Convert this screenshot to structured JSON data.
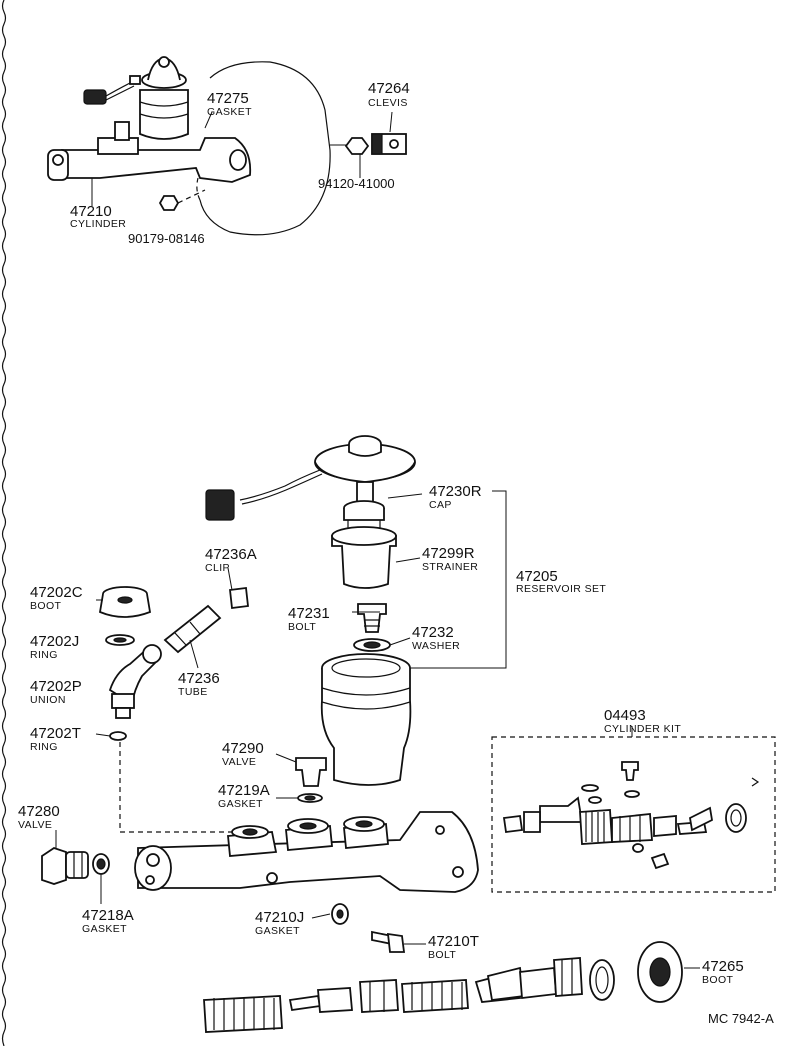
{
  "labels": {
    "p47275": {
      "num": "47275",
      "name": "GASKET"
    },
    "p47264": {
      "num": "47264",
      "name": "CLEVIS"
    },
    "p94120": {
      "num": "94120-41000"
    },
    "p47210": {
      "num": "47210",
      "name": "CYLINDER"
    },
    "p90179": {
      "num": "90179-08146"
    },
    "p47230R": {
      "num": "47230R",
      "name": "CAP"
    },
    "p47299R": {
      "num": "47299R",
      "name": "STRAINER"
    },
    "p47205": {
      "num": "47205",
      "name": "RESERVOIR SET"
    },
    "p47236A": {
      "num": "47236A",
      "name": "CLIP"
    },
    "p47202C": {
      "num": "47202C",
      "name": "BOOT"
    },
    "p47231": {
      "num": "47231",
      "name": "BOLT"
    },
    "p47232": {
      "num": "47232",
      "name": "WASHER"
    },
    "p47202J": {
      "num": "47202J",
      "name": "RING"
    },
    "p47236": {
      "num": "47236",
      "name": "TUBE"
    },
    "p47202P": {
      "num": "47202P",
      "name": "UNION"
    },
    "p47202T": {
      "num": "47202T",
      "name": "RING"
    },
    "p04493": {
      "num": "04493",
      "name": "CYLINDER KIT"
    },
    "p47290": {
      "num": "47290",
      "name": "VALVE"
    },
    "p47219A": {
      "num": "47219A",
      "name": "GASKET"
    },
    "p47280": {
      "num": "47280",
      "name": "VALVE"
    },
    "p47218A": {
      "num": "47218A",
      "name": "GASKET"
    },
    "p47210J": {
      "num": "47210J",
      "name": "GASKET"
    },
    "p47210T": {
      "num": "47210T",
      "name": "BOLT"
    },
    "p47265": {
      "num": "47265",
      "name": "BOOT"
    }
  },
  "figure_code": "MC 7942-A"
}
